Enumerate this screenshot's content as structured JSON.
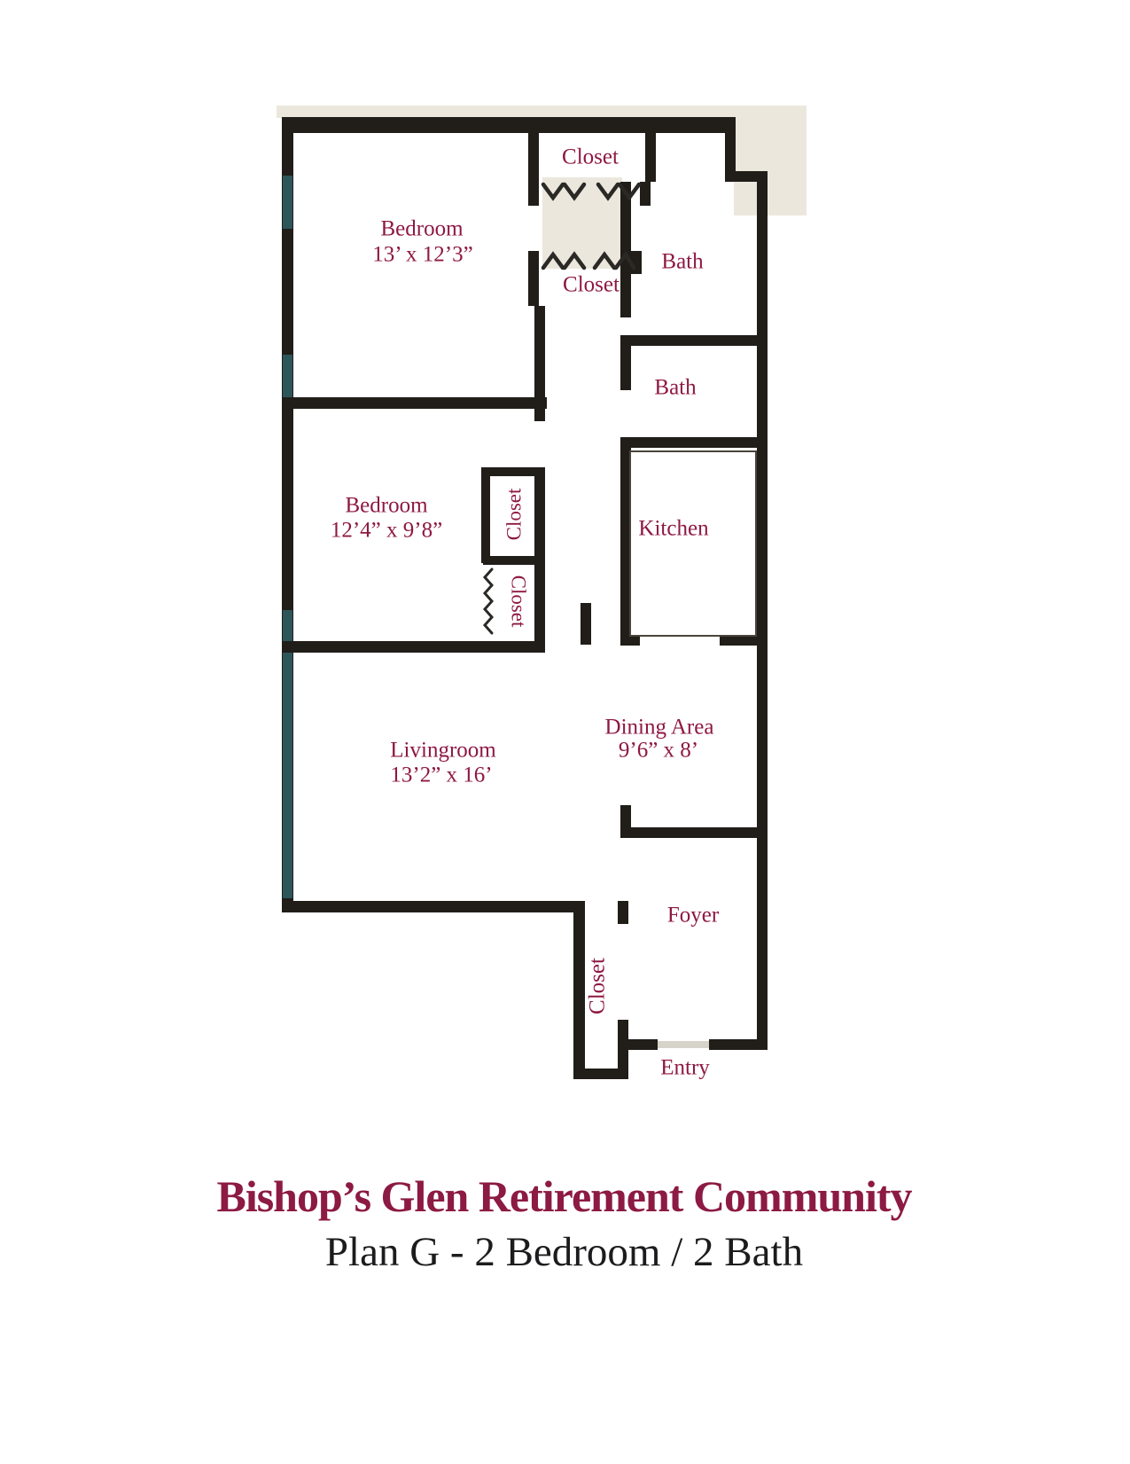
{
  "title": "Bishop’s Glen Retirement Community",
  "subtitle": "Plan G - 2 Bedroom / 2 Bath",
  "colors": {
    "label": "#8e1843",
    "wall": "#211d19",
    "title": "#8c1a43"
  },
  "rooms": {
    "closet_top": "Closet",
    "bedroom1": {
      "name": "Bedroom",
      "dims": "13’ x 12’3”"
    },
    "bath1": "Bath",
    "closet_mid": "Closet",
    "bath2": "Bath",
    "bedroom2": {
      "name": "Bedroom",
      "dims": "12’4” x 9’8”"
    },
    "closet_v1": "Closet",
    "closet_v2": "Closet",
    "kitchen": "Kitchen",
    "livingroom": {
      "name": "Livingroom",
      "dims": "13’2” x 16’"
    },
    "dining": {
      "name": "Dining Area",
      "dims": "9’6” x 8’"
    },
    "foyer": "Foyer",
    "closet_foyer": "Closet",
    "entry": "Entry"
  }
}
